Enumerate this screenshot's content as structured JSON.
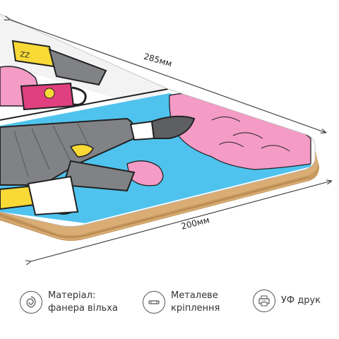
{
  "dimensions": {
    "length": "285мм",
    "width": "200мм"
  },
  "features": [
    {
      "icon": "wood-grain-icon",
      "line1": "Матеріал:",
      "line2": "фанера вільха"
    },
    {
      "icon": "metal-mount-icon",
      "line1": "Металеве",
      "line2": "кріплення"
    },
    {
      "icon": "uv-printer-icon",
      "line1": "УФ друк",
      "line2": ""
    }
  ],
  "colors": {
    "sky": "#4fc3ee",
    "pink": "#f49bc6",
    "yellow": "#f8d936",
    "gray": "#808285",
    "magenta": "#e0407f",
    "plywood": "#d9ad74"
  }
}
